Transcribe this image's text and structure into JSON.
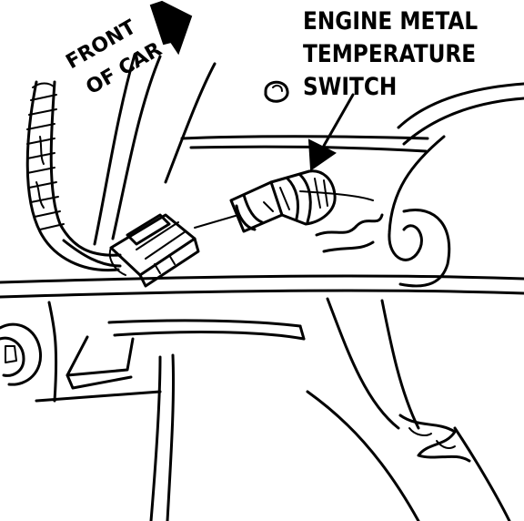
{
  "callout": {
    "line1": "ENGINE METAL",
    "line2": "TEMPERATURE",
    "line3": "SWITCH"
  },
  "front_label": {
    "line1": "FRONT",
    "line2": "OF CAR"
  },
  "icons": {
    "direction_arrow": "arrow-icon",
    "leader_arrow": "leader-arrow-icon"
  }
}
